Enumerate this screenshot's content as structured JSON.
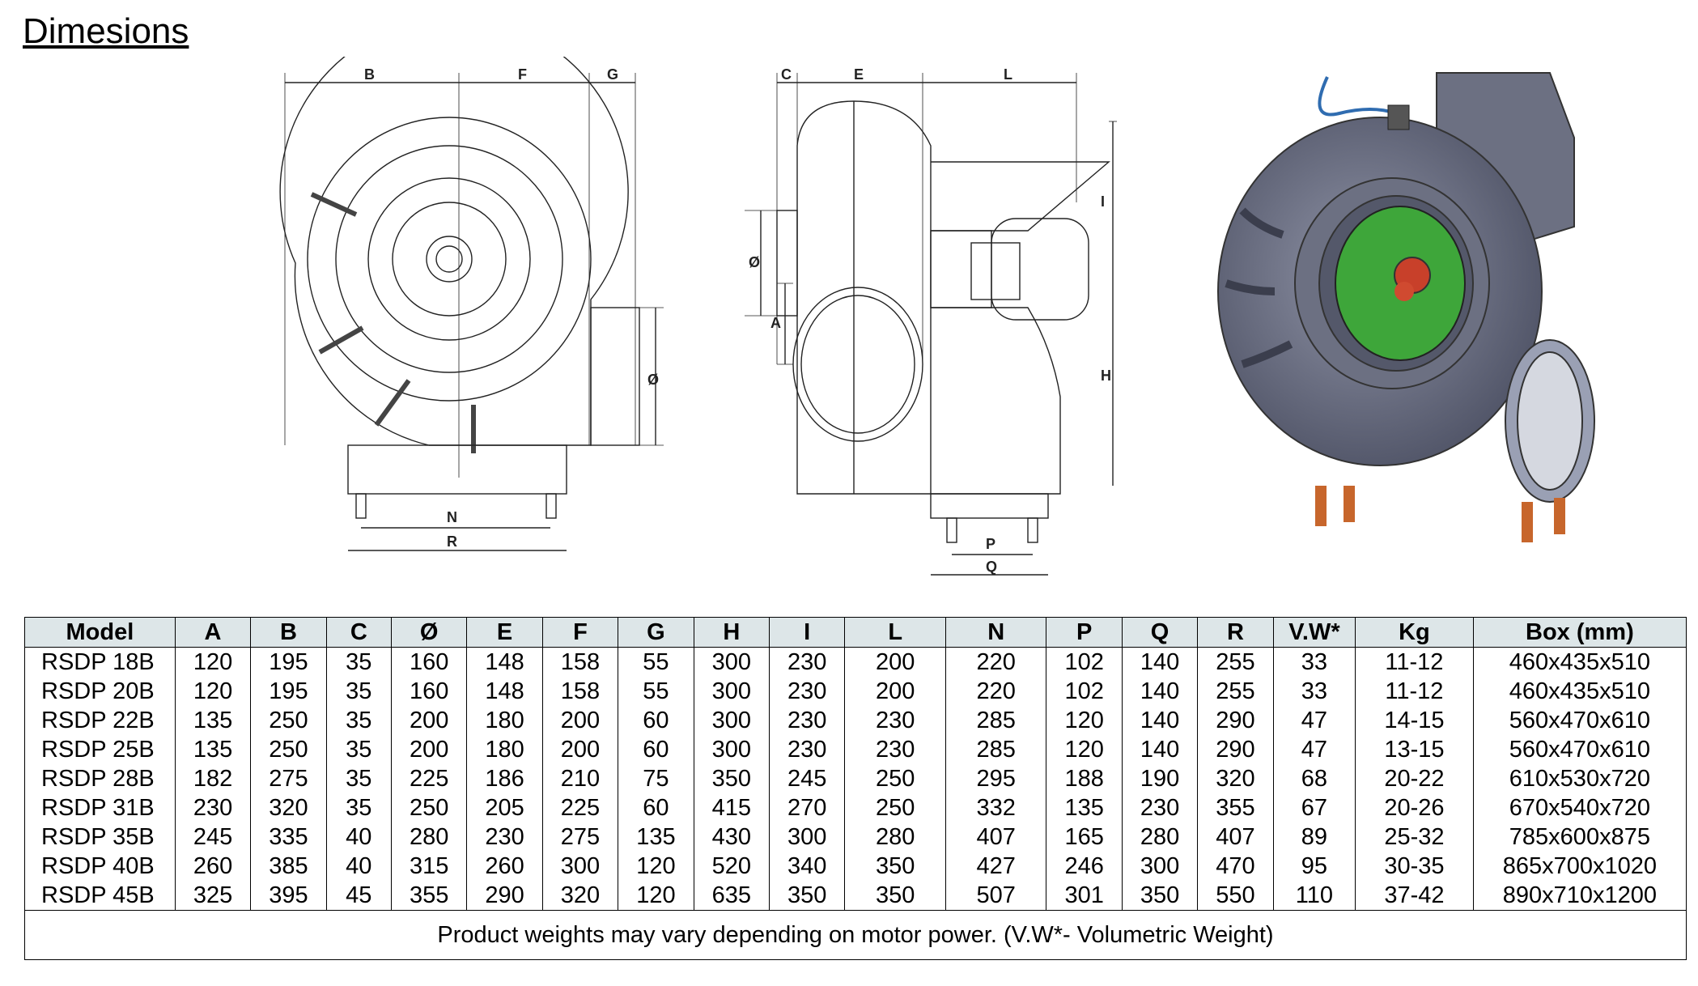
{
  "title": "Dimesions",
  "drawing_labels": {
    "front": [
      "B",
      "F",
      "G",
      "Ø",
      "N",
      "R"
    ],
    "side": [
      "C",
      "E",
      "L",
      "I",
      "Ø",
      "A",
      "H",
      "P",
      "Q"
    ]
  },
  "table": {
    "headers": [
      "Model",
      "A",
      "B",
      "C",
      "Ø",
      "E",
      "F",
      "G",
      "H",
      "I",
      "L",
      "N",
      "P",
      "Q",
      "R",
      "V.W*",
      "Kg",
      "Box (mm)"
    ],
    "rows": [
      [
        "RSDP 18B",
        "120",
        "195",
        "35",
        "160",
        "148",
        "158",
        "55",
        "300",
        "230",
        "200",
        "220",
        "102",
        "140",
        "255",
        "33",
        "11-12",
        "460x435x510"
      ],
      [
        "RSDP 20B",
        "120",
        "195",
        "35",
        "160",
        "148",
        "158",
        "55",
        "300",
        "230",
        "200",
        "220",
        "102",
        "140",
        "255",
        "33",
        "11-12",
        "460x435x510"
      ],
      [
        "RSDP 22B",
        "135",
        "250",
        "35",
        "200",
        "180",
        "200",
        "60",
        "300",
        "230",
        "230",
        "285",
        "120",
        "140",
        "290",
        "47",
        "14-15",
        "560x470x610"
      ],
      [
        "RSDP 25B",
        "135",
        "250",
        "35",
        "200",
        "180",
        "200",
        "60",
        "300",
        "230",
        "230",
        "285",
        "120",
        "140",
        "290",
        "47",
        "13-15",
        "560x470x610"
      ],
      [
        "RSDP 28B",
        "182",
        "275",
        "35",
        "225",
        "186",
        "210",
        "75",
        "350",
        "245",
        "250",
        "295",
        "188",
        "190",
        "320",
        "68",
        "20-22",
        "610x530x720"
      ],
      [
        "RSDP 31B",
        "230",
        "320",
        "35",
        "250",
        "205",
        "225",
        "60",
        "415",
        "270",
        "250",
        "332",
        "135",
        "230",
        "355",
        "67",
        "20-26",
        "670x540x720"
      ],
      [
        "RSDP 35B",
        "245",
        "335",
        "40",
        "280",
        "230",
        "275",
        "135",
        "430",
        "300",
        "280",
        "407",
        "165",
        "280",
        "407",
        "89",
        "25-32",
        "785x600x875"
      ],
      [
        "RSDP 40B",
        "260",
        "385",
        "40",
        "315",
        "260",
        "300",
        "120",
        "520",
        "340",
        "350",
        "427",
        "246",
        "300",
        "470",
        "95",
        "30-35",
        "865x700x1020"
      ],
      [
        "RSDP 45B",
        "325",
        "395",
        "45",
        "355",
        "290",
        "320",
        "120",
        "635",
        "350",
        "350",
        "507",
        "301",
        "350",
        "550",
        "110",
        "37-42",
        "890x710x1200"
      ]
    ],
    "note": "Product weights may vary depending on motor power. (V.W*- Volumetric Weight)"
  }
}
